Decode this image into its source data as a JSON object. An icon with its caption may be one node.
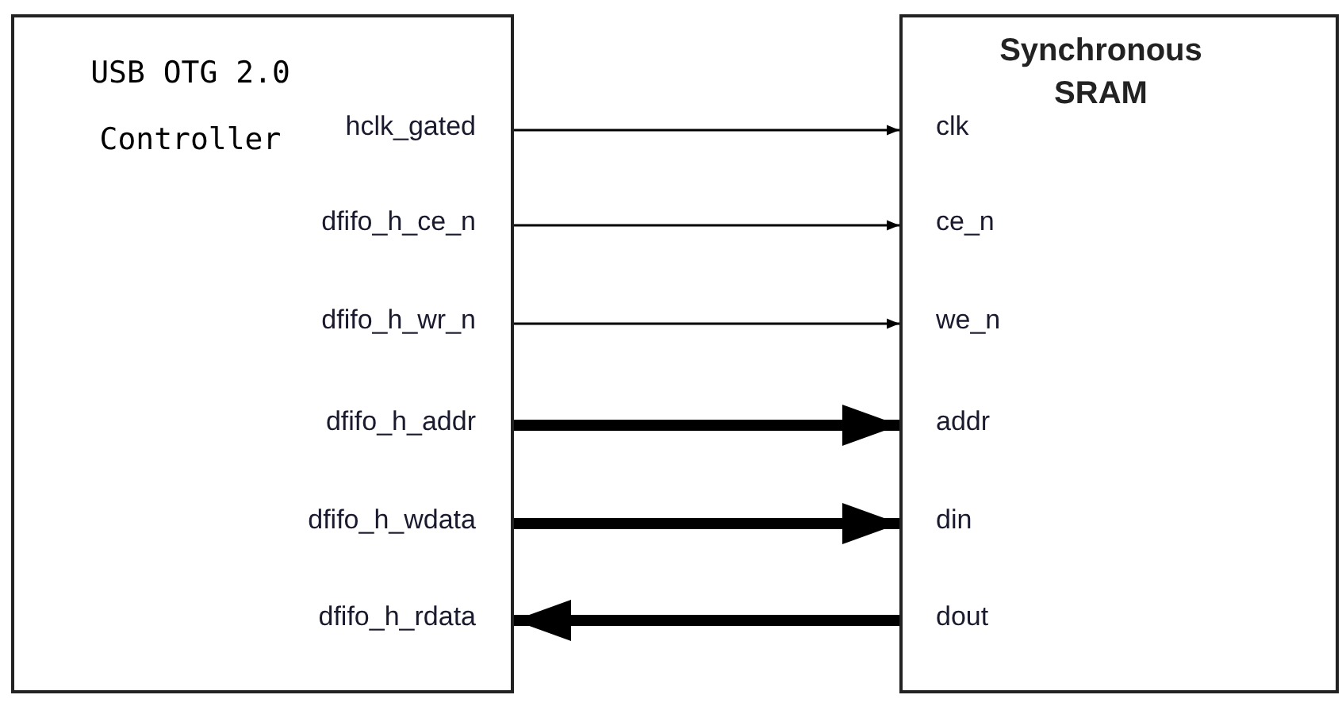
{
  "diagram": {
    "nodes": [
      {
        "text": [
          "USB OTG 2.0 Controller"
        ]
      },
      {
        "text": [
          "Synchronous SRAM"
        ]
      }
    ],
    "edges": [
      {
        "from": 0,
        "to": 1,
        "arrow": "to"
      },
      {
        "from": 0,
        "to": 1,
        "arrow": "to"
      },
      {
        "from": 0,
        "to": 1,
        "arrow": "to"
      },
      {
        "from": 0,
        "to": 1,
        "arrow": "to",
        "style": "thick"
      },
      {
        "from": 0,
        "to": 1,
        "arrow": "to",
        "style": "thick"
      },
      {
        "from": 1,
        "to": 0,
        "arrow": "to",
        "style": "thick"
      }
    ],
    "labels": [
      "hclk_gated",
      "clk",
      "dfifo_h_ce_n",
      "ce_n",
      "dfifo_h_wr_n",
      "we_n",
      "dfifo_h_addr",
      "addr",
      "dfifo_h_wdata",
      "din",
      "dfifo_h_rdata",
      "dout"
    ]
  }
}
